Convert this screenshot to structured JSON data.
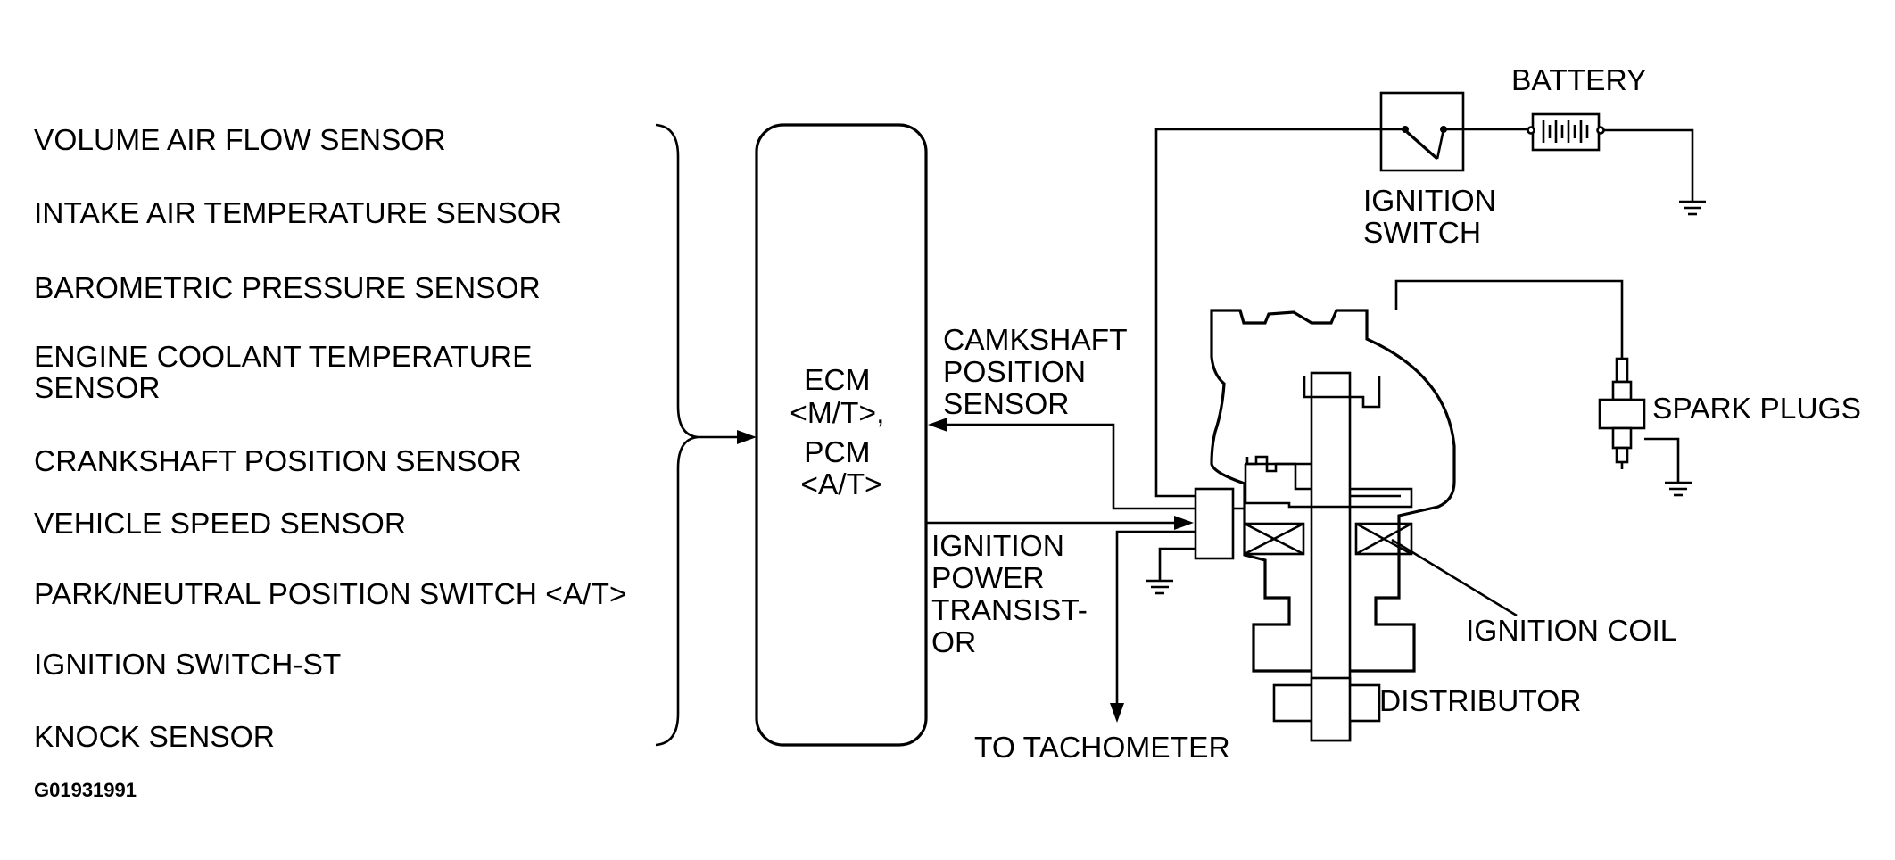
{
  "inputs": [
    "VOLUME AIR FLOW SENSOR",
    "INTAKE AIR TEMPERATURE SENSOR",
    "BAROMETRIC PRESSURE SENSOR",
    [
      "ENGINE COOLANT TEMPERATURE",
      "SENSOR"
    ],
    "CRANKSHAFT POSITION SENSOR",
    "VEHICLE SPEED SENSOR",
    "PARK/NEUTRAL POSITION SWITCH <A/T>",
    "IGNITION SWITCH-ST",
    "KNOCK SENSOR"
  ],
  "ecm": {
    "lines": [
      "ECM",
      "<M/T>,",
      "PCM",
      "<A/T>"
    ]
  },
  "labels": {
    "camshaft": [
      "CAMKSHAFT",
      "POSITION",
      "SENSOR"
    ],
    "power_transistor": [
      "IGNITION",
      "POWER",
      "TRANSIST-",
      "OR"
    ],
    "tachometer": "TO TACHOMETER",
    "battery": "BATTERY",
    "ignition_switch": [
      "IGNITION",
      "SWITCH"
    ],
    "spark_plugs": "SPARK PLUGS",
    "ignition_coil": "IGNITION COIL",
    "distributor": "DISTRIBUTOR"
  },
  "figure_id": "G01931991"
}
